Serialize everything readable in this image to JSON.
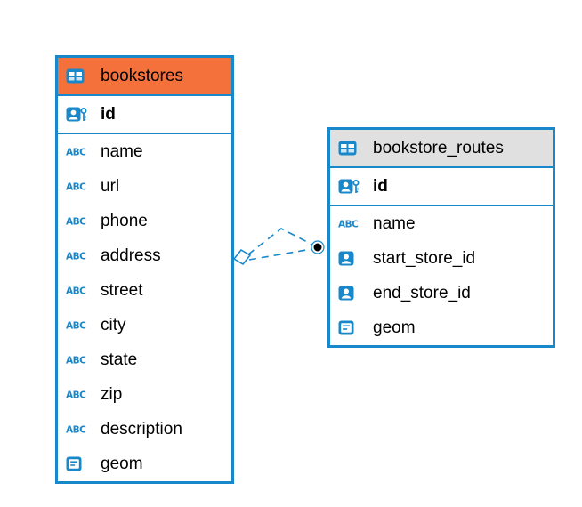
{
  "diagram": {
    "colors": {
      "accent_blue": "#1988CB",
      "selected_header_orange": "#F4713C",
      "header_gray": "#E0E0E0",
      "marker_black": "#000000"
    },
    "tables": [
      {
        "name": "bookstores",
        "selected": true,
        "header_color": "#F4713C",
        "columns": [
          {
            "name": "id",
            "icon": "primary-key-icon",
            "primary_key": true
          },
          {
            "name": "name",
            "icon": "abc-icon"
          },
          {
            "name": "url",
            "icon": "abc-icon"
          },
          {
            "name": "phone",
            "icon": "abc-icon"
          },
          {
            "name": "address",
            "icon": "abc-icon"
          },
          {
            "name": "street",
            "icon": "abc-icon"
          },
          {
            "name": "city",
            "icon": "abc-icon"
          },
          {
            "name": "state",
            "icon": "abc-icon"
          },
          {
            "name": "zip",
            "icon": "abc-icon"
          },
          {
            "name": "description",
            "icon": "abc-icon"
          },
          {
            "name": "geom",
            "icon": "geometry-icon"
          }
        ]
      },
      {
        "name": "bookstore_routes",
        "selected": false,
        "header_color": "#E0E0E0",
        "columns": [
          {
            "name": "id",
            "icon": "primary-key-icon",
            "primary_key": true
          },
          {
            "name": "name",
            "icon": "abc-icon"
          },
          {
            "name": "start_store_id",
            "icon": "foreign-key-icon"
          },
          {
            "name": "end_store_id",
            "icon": "foreign-key-icon"
          },
          {
            "name": "geom",
            "icon": "geometry-icon"
          }
        ]
      }
    ],
    "relationships": [
      {
        "from": "bookstores",
        "to": "bookstore_routes",
        "line_style": "dashed",
        "source_marker": "diamond",
        "target_marker": "dot"
      },
      {
        "from": "bookstores",
        "to": "bookstore_routes",
        "line_style": "dashed",
        "source_marker": "diamond",
        "target_marker": "dot"
      }
    ]
  }
}
